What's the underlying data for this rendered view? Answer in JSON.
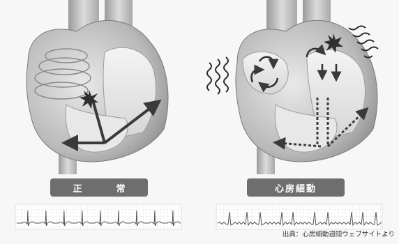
{
  "panels": {
    "normal": {
      "label": "正　常"
    },
    "af": {
      "label": "心房細動"
    }
  },
  "credit": "出典：心房細動週間ウェブサイトより",
  "colors": {
    "background": "#f7f7f7",
    "label_bg": "#6e6e6e",
    "label_text": "#ffffff",
    "ecg_bg": "#ffffff",
    "ecg_grid": "#d8d8d8",
    "ecg_line": "#555555",
    "heart_dark": "#3c3c3c",
    "heart_light": "#cfcfcf"
  },
  "icons": {
    "impulse": "spark-burst-icon",
    "circulation": "circular-arrows-icon",
    "tremor": "wavy-lines-icon"
  }
}
